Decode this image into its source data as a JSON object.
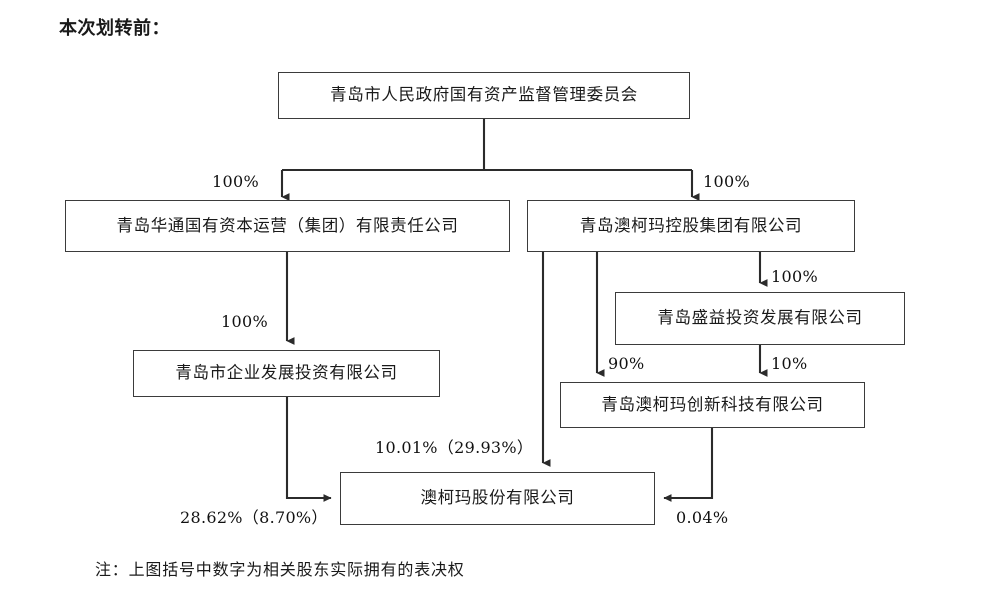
{
  "page": {
    "title": "本次划转前：",
    "footnote": "注：上图括号中数字为相关股东实际拥有的表决权",
    "line_color": "#3b3b3b",
    "text_color": "#1a1a1a",
    "background": "#ffffff"
  },
  "nodes": {
    "sasac": "青岛市人民政府国有资产监督管理委员会",
    "huatong": "青岛华通国有资本运营（集团）有限责任公司",
    "aucma_holding": "青岛澳柯玛控股集团有限公司",
    "qiye_fazhan": "青岛市企业发展投资有限公司",
    "shengyi": "青岛盛益投资发展有限公司",
    "chuangxin": "青岛澳柯玛创新科技有限公司",
    "aucma_shares": "澳柯玛股份有限公司"
  },
  "edges": {
    "sasac_to_huatong": "100%",
    "sasac_to_aucma_holding": "100%",
    "huatong_to_qiye_fazhan": "100%",
    "aucma_holding_to_shengyi": "100%",
    "aucma_holding_to_chuangxin": "90%",
    "shengyi_to_chuangxin": "10%",
    "aucma_holding_to_shares": "10.01%（29.93%）",
    "qiye_fazhan_to_shares": "28.62%（8.70%）",
    "chuangxin_to_shares": "0.04%"
  }
}
